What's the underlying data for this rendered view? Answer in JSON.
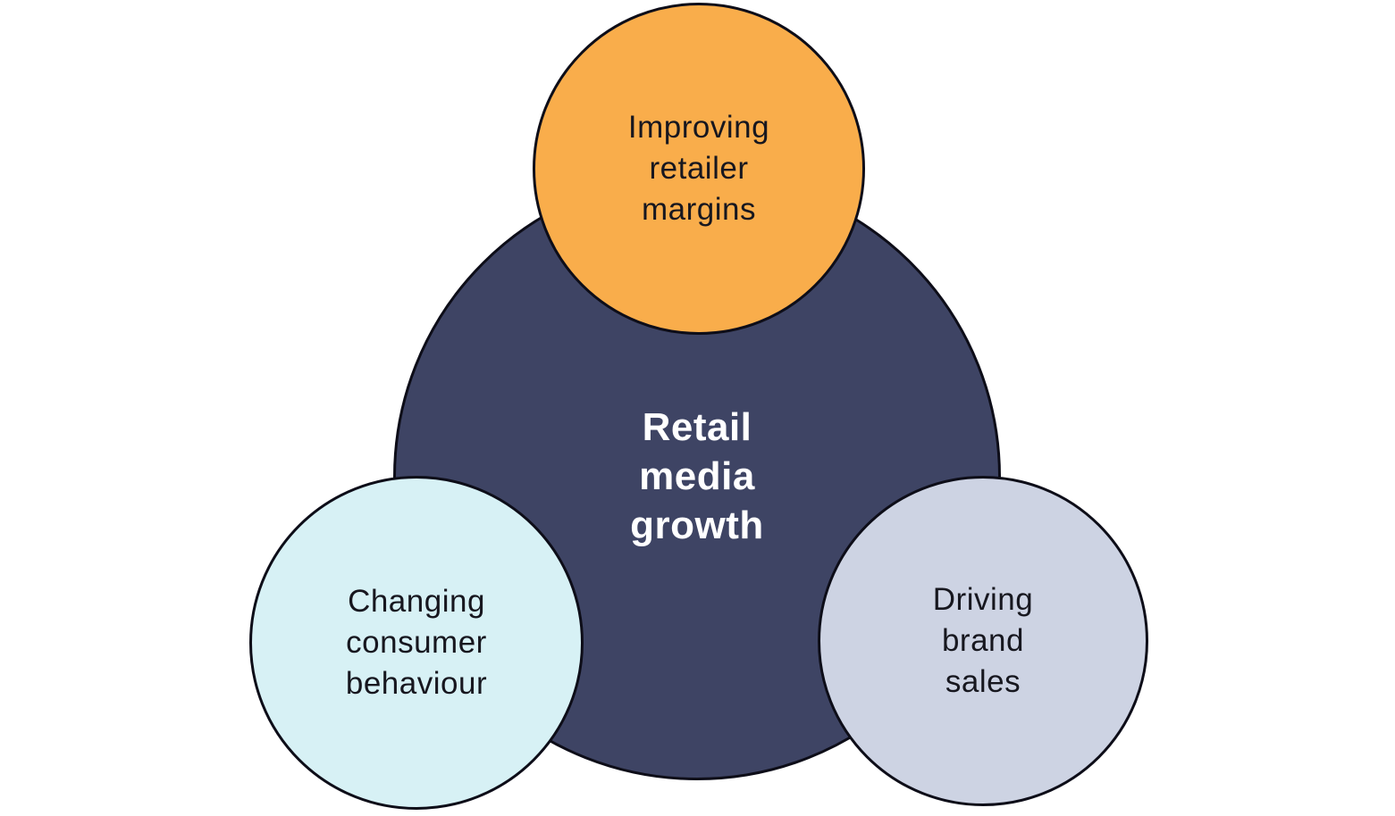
{
  "diagram": {
    "type": "venn-hub-diagram",
    "title": "Retail media growth",
    "background_color": "#ffffff",
    "outline_color": "#0d0d18",
    "center_circle": {
      "id": "retail-media-growth",
      "lines": [
        "Retail",
        "media",
        "growth"
      ],
      "full_text": "Retail media growth",
      "fill_color": "#3e4464",
      "text_color": "#ffffff",
      "position": "center"
    },
    "satellite_circles": [
      {
        "id": "improving-retailer-margins",
        "lines": [
          "Improving",
          "retailer",
          "margins"
        ],
        "full_text": "Improving retailer margins",
        "fill_color": "#f9ad4b",
        "text_color": "#17171f",
        "position": "top"
      },
      {
        "id": "changing-consumer-behaviour",
        "lines": [
          "Changing",
          "consumer",
          "behaviour"
        ],
        "full_text": "Changing consumer behaviour",
        "fill_color": "#d7f1f5",
        "text_color": "#17171f",
        "position": "bottom-left"
      },
      {
        "id": "driving-brand-sales",
        "lines": [
          "Driving",
          "brand",
          "sales"
        ],
        "full_text": "Driving brand sales",
        "fill_color": "#cdd3e3",
        "text_color": "#17171f",
        "position": "bottom-right"
      }
    ]
  }
}
